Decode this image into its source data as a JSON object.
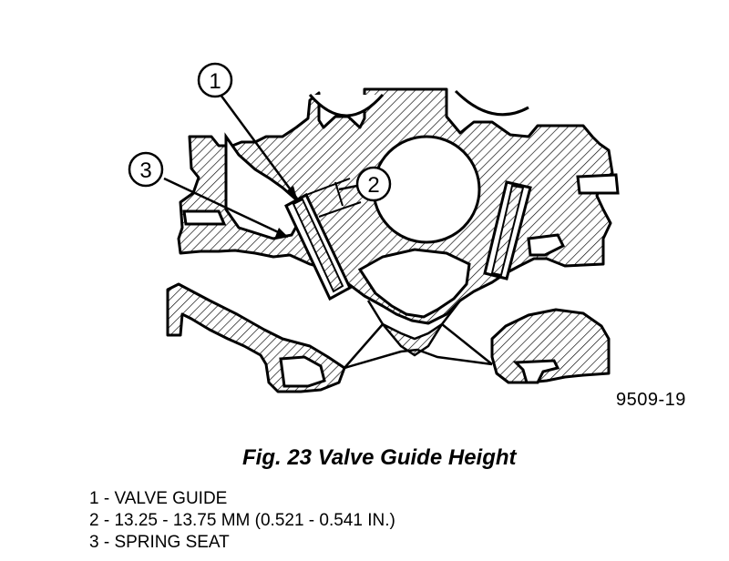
{
  "callouts": {
    "c1": "1",
    "c2": "2",
    "c3": "3"
  },
  "figure_code": "9509-19",
  "caption": "Fig. 23 Valve Guide Height",
  "legend": [
    "1 - VALVE GUIDE",
    "2 - 13.25 - 13.75 MM (0.521 - 0.541 IN.)",
    "3 - SPRING SEAT"
  ],
  "colors": {
    "ink": "#000000",
    "paper": "#ffffff"
  }
}
